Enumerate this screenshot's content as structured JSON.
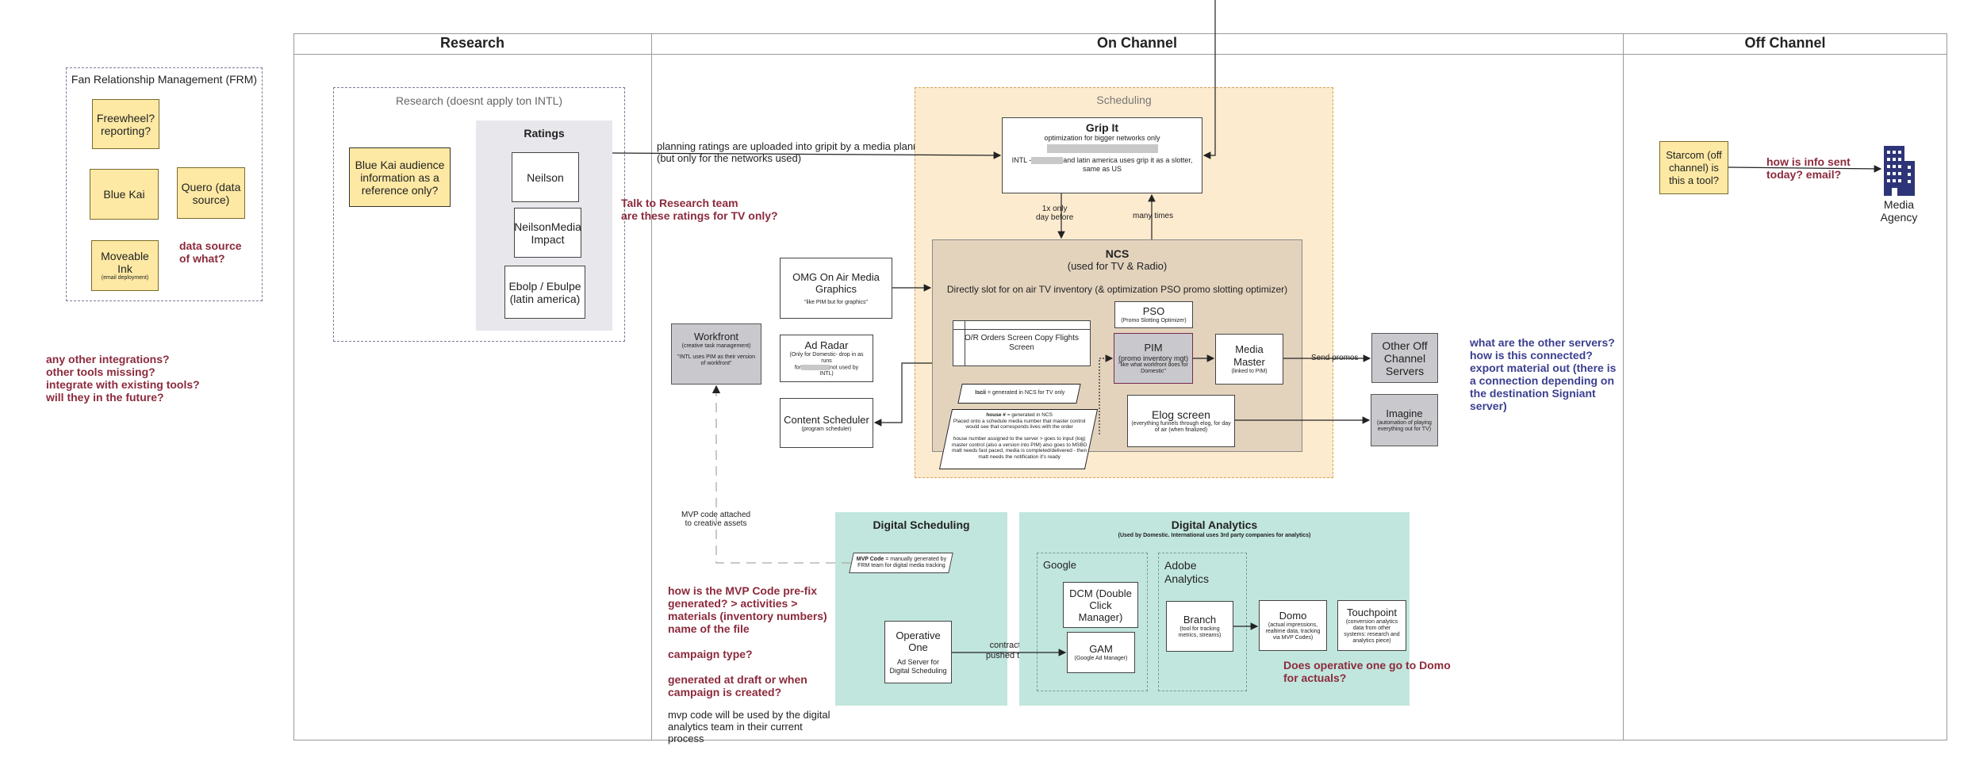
{
  "swimlanes": {
    "research": "Research",
    "on_channel": "On Channel",
    "off_channel": "Off Channel"
  },
  "frm": {
    "title": "Fan Relationship Management (FRM)",
    "freewheel": "Freewheel?\nreporting?",
    "bluekai": "Blue Kai",
    "quero": "Quero (data\nsource)",
    "moveable": "Moveable Ink",
    "moveable_sub": "(email deployment)",
    "data_source_q": "data source\nof what?"
  },
  "left_questions": "any other integrations?\nother tools missing?\nintegrate with existing tools?\nwill they in the future?",
  "research": {
    "title": "Research (doesnt apply ton INTL)",
    "bluekai_ref": "Blue Kai\naudience information\nas a reference only?",
    "ratings_title": "Ratings",
    "neilson": "Neilson",
    "neilson_media": "NeilsonMedia\nImpact",
    "ebolp": "Ebolp / Ebulpe\n(latin america)"
  },
  "planning_text": "planning ratings are uploaded into gripit by a media planner\n(but only for the networks used)",
  "talk_research_q": "Talk to Research team\nare these ratings for TV only?",
  "scheduling": {
    "title": "Scheduling",
    "gripit_title": "Grip It",
    "gripit_sub": "optimization for bigger networks only",
    "gripit_intl_a": "INTL -",
    "gripit_intl_b": "and latin america uses grip it as a slotter,\nsame as US",
    "once_label": "1x only\nday before",
    "many_label": "many times",
    "ncs_title": "NCS",
    "ncs_sub": "(used for TV & Radio)",
    "ncs_desc": "Directly slot for on air TV inventory (& optimization PSO promo slotting optimizer)",
    "pso": "PSO",
    "pso_sub": "(Promo Slotting Optimizer)",
    "or_orders": "O/R Orders Screen\nCopy Flights Screen",
    "pim": "PIM",
    "pim_sub": "(promo inventory mgt)",
    "pim_note": "\"like what workfront does for\nDomestic\"",
    "media_master": "Media Master",
    "media_master_sub": "(linked to PIM)",
    "isci_b": "Iscii",
    "isci": " = generated in NCS for TV only",
    "house_b": "house #",
    "house": " = generated in NCS\nPlaced onto a schedule media number that master control\nwould see that corresponds lives with the order\n\nhouse number assigned to the server > goes to input (log)\nmaster control (also a version into PIM) also goes to MSBD\nmatt needs fast paced, media is completed/delivered - then\nmatt needs the notification it's ready",
    "elog": "Elog screen",
    "elog_sub": "(everything funnels through elog,\nfor day of air (when finalized)"
  },
  "omg": {
    "title": "OMG\nOn Air Media Graphics",
    "note": "\"like PIM but for graphics\""
  },
  "ad_radar": {
    "title": "Ad Radar",
    "note_a": "(Only for Domestic- drop in as runs",
    "note_b": "for",
    "note_c": "not used by\nINTL)"
  },
  "content_scheduler": {
    "title": "Content Scheduler",
    "sub": "(program scheduler)"
  },
  "workfront": {
    "title": "Workfront",
    "sub": "(creative task management)",
    "note": "\"INTL uses PIM as their version of\nworkfront\""
  },
  "send_promos": "Send promos",
  "other_servers": "Other Off\nChannel\nServers",
  "imagine": "Imagine",
  "imagine_sub": "(automation of playing\neverything out for TV)",
  "servers_q": "what are the other servers?\nhow is this connected?\nexport material out (there is\na connection depending on\nthe destination Signiant\nserver)",
  "off_channel": {
    "starcom": "Starcom\n(off channel)\nis this a tool?",
    "info_q": "how is info sent\ntoday? email?",
    "agency": "Media\nAgency"
  },
  "mvp_attached": "MVP code attached\nto creative assets",
  "digital_scheduling": {
    "title": "Digital Scheduling",
    "mvp_b": "MVP Code",
    "mvp": " = manually generated by\nFRM team for digital media tracking",
    "operative": "Operative\nOne",
    "operative_sub": "Ad Server for\nDigital Scheduling",
    "contract": "contract\npushed to"
  },
  "digital_analytics": {
    "title": "Digital Analytics",
    "sub": "(Used by Domestic.  International uses 3rd party companies for analytics)",
    "google": "Google",
    "adobe": "Adobe\nAnalytics",
    "dcm": "DCM (Double\nClick Manager)",
    "gam": "GAM",
    "gam_sub": "(Google Ad Manager)",
    "branch": "Branch",
    "branch_sub": "(tool for tracking metrics,\nstreams)",
    "domo": "Domo",
    "domo_sub": "(actual impressions,\nrealtime data, tracking\nvia MVP Codes)",
    "touchpoint": "Touchpoint",
    "touchpoint_sub": "(conversion analytics\ndata from other systems:\nresearch and analytics\npiece)"
  },
  "mvp_questions": "how is the MVP Code pre-fix\ngenerated?  > activities >\nmaterials (inventory numbers)\nname of the file\n\ncampaign type?\n\ngenerated at draft or when\ncampaign is created?",
  "mvp_note": "mvp code will be used by the digital\nanalytics team in their current\nprocess",
  "domo_q": "Does operative one go to Domo\nfor actuals?",
  "colors": {
    "yellow": "#fde9a4",
    "scheduling_bg": "#fdebcf",
    "ncs_bg": "#e3d3bd",
    "teal": "#c1e6dd",
    "question_red": "#8c2a3c",
    "question_blue": "#3b3f8f",
    "agency_navy": "#2d3578"
  }
}
